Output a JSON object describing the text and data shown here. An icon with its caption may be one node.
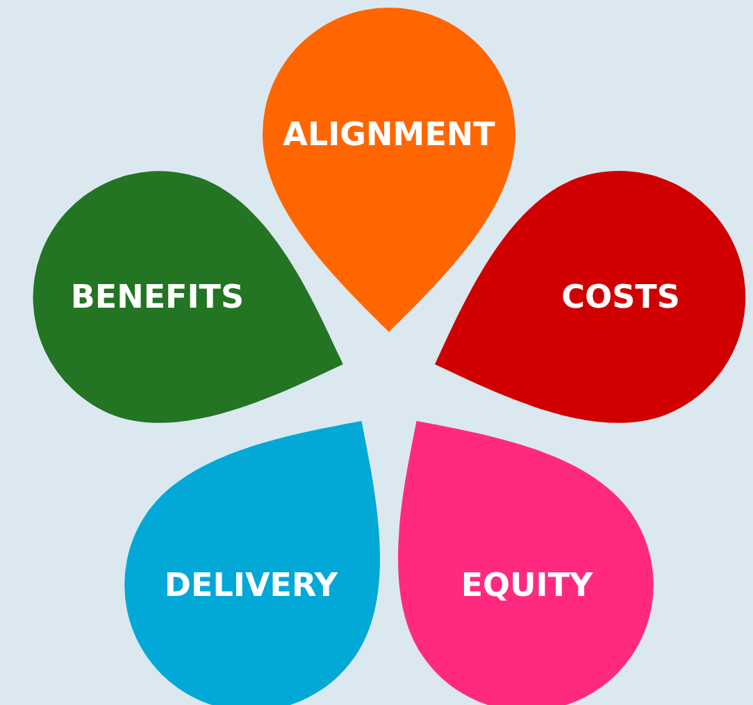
{
  "diagram": {
    "nodes": [
      {
        "text": [
          "ALIGNMENT"
        ]
      },
      {
        "text": [
          "BENEFITS"
        ]
      },
      {
        "text": [
          "COSTS"
        ]
      },
      {
        "text": [
          "DELIVERY"
        ]
      },
      {
        "text": [
          "EQUITY"
        ]
      }
    ]
  }
}
